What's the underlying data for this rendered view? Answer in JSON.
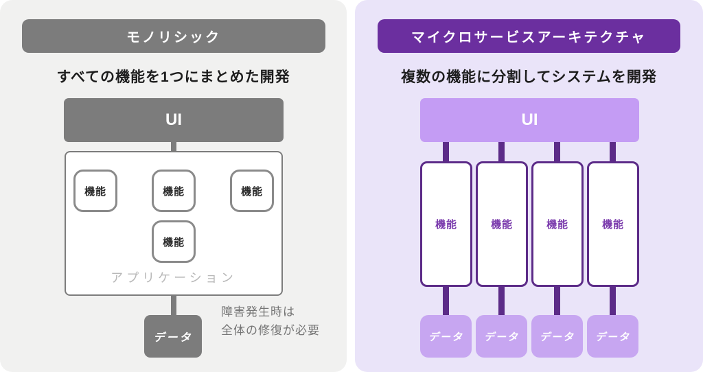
{
  "left_panel": {
    "badge": "モノリシック",
    "subtitle": "すべての機能を1つにまとめた開発",
    "ui_label": "UI",
    "features": [
      "機能",
      "機能",
      "機能",
      "機能"
    ],
    "app_label": "アプリケーション",
    "data_label": "データ",
    "note_lines": [
      "障害発生時は",
      "全体の修復が必要"
    ]
  },
  "right_panel": {
    "badge": "マイクロサービスアーキテクチャ",
    "subtitle": "複数の機能に分割してシステムを開発",
    "ui_label": "UI",
    "features": [
      "機能",
      "機能",
      "機能",
      "機能"
    ],
    "data_labels": [
      "データ",
      "データ",
      "データ",
      "データ"
    ]
  },
  "colors": {
    "left_card_bg": "#f1f1f0",
    "gray_dark": "#7c7c7c",
    "gray_border": "#8a8a8a",
    "gray_label": "#b8b8b8",
    "note_gray": "#757575",
    "text_dark": "#1d1d1d",
    "right_card_bg": "#eae4f9",
    "purple_dark": "#6b2f9f",
    "purple_line": "#5c2b88",
    "purple_light": "#c49cf4",
    "purple_data": "#c7a6f1",
    "purple_text": "#7b3cad"
  }
}
